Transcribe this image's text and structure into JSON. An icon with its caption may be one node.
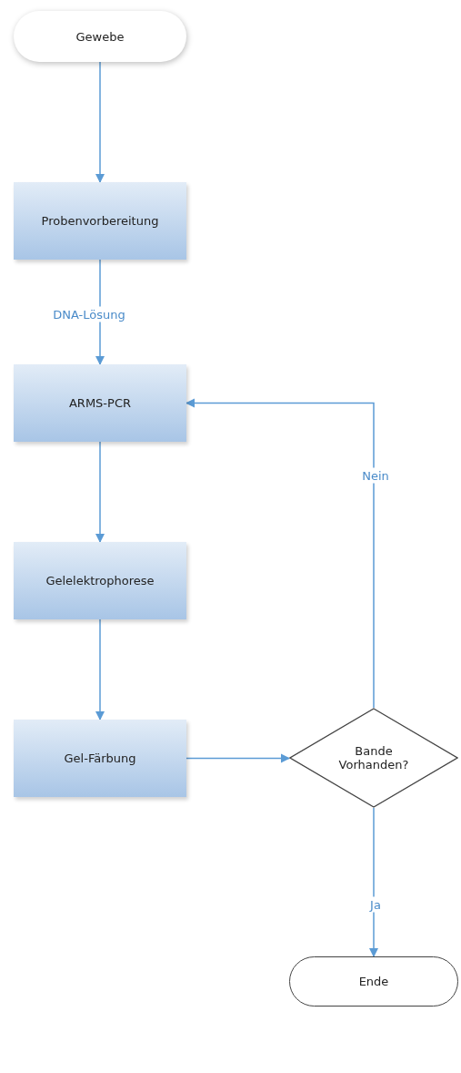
{
  "diagram": {
    "nodes": [
      {
        "text": [
          "Gewebe"
        ]
      },
      {
        "text": [
          "Probenvorbereitung"
        ]
      },
      {
        "text": [
          "ARMS-PCR"
        ]
      },
      {
        "text": [
          "Gelelektrophorese"
        ]
      },
      {
        "text": [
          "Gel-Färbung"
        ]
      },
      {
        "text": [
          "Bande Vorhanden?"
        ]
      },
      {
        "text": [
          "Ende"
        ]
      }
    ],
    "edges": [
      {
        "from": 0,
        "to": 1,
        "arrow": "to"
      },
      {
        "from": 1,
        "to": 2,
        "arrow": "to",
        "label": "DNA-Lösung"
      },
      {
        "from": 2,
        "to": 3,
        "arrow": "to"
      },
      {
        "from": 3,
        "to": 4,
        "arrow": "to"
      },
      {
        "from": 4,
        "to": 5,
        "arrow": "to"
      },
      {
        "from": 5,
        "to": 2,
        "arrow": "to",
        "label": "Nein"
      },
      {
        "from": 5,
        "to": 6,
        "arrow": "to",
        "label": "Ja"
      }
    ]
  }
}
